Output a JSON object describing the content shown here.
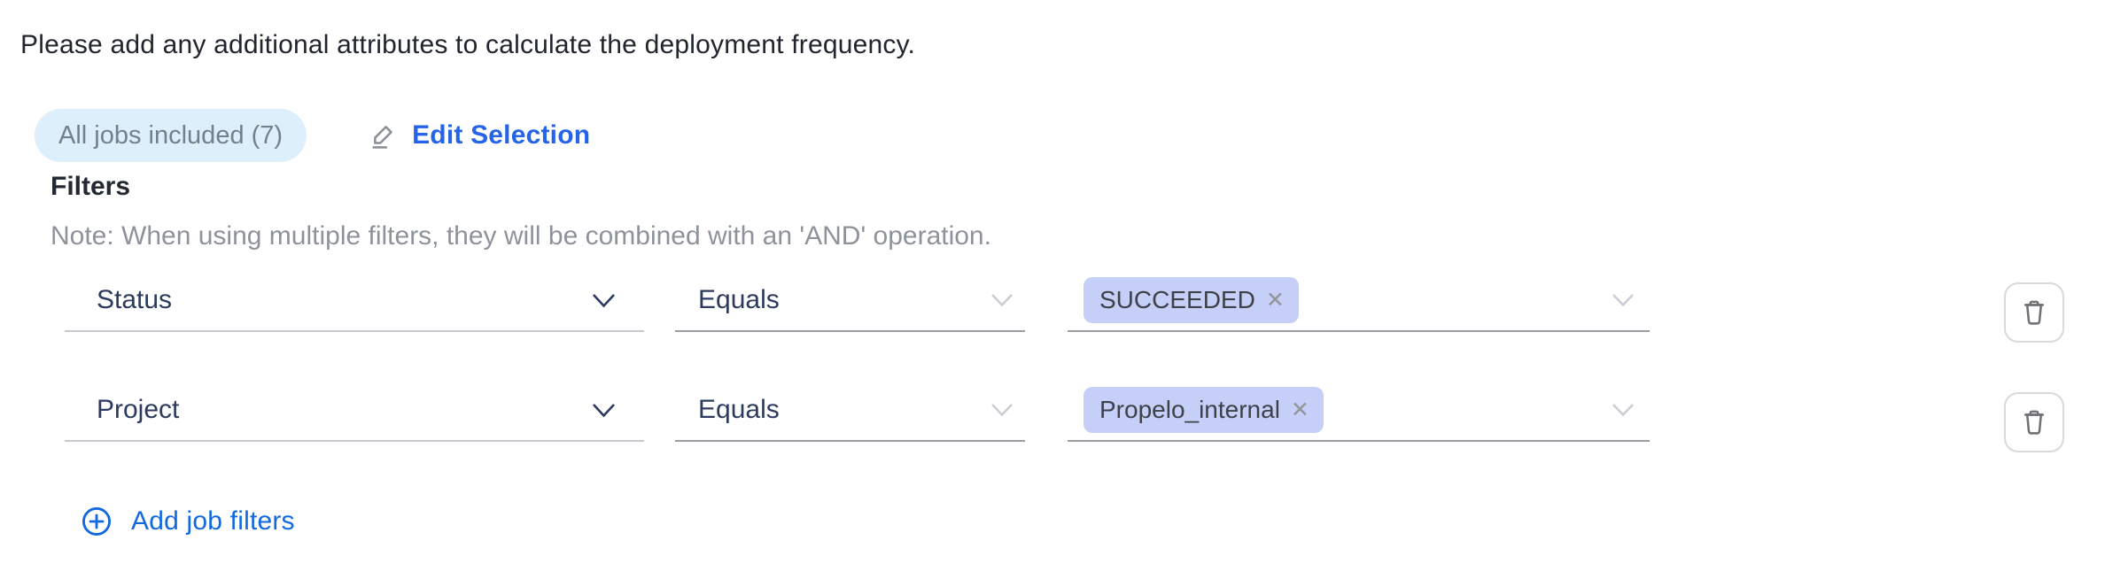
{
  "page": {
    "instruction": "Please add any additional attributes to calculate the deployment frequency."
  },
  "selection": {
    "jobs_badge": "All jobs included (7)",
    "edit_button": "Edit Selection"
  },
  "filters": {
    "heading": "Filters",
    "note": "Note: When using multiple filters, they will be combined with an 'AND' operation.",
    "add_button": "Add job filters",
    "rows": [
      {
        "attribute": "Status",
        "operator": "Equals",
        "value_tags": [
          "SUCCEEDED"
        ]
      },
      {
        "attribute": "Project",
        "operator": "Equals",
        "value_tags": [
          "Propelo_internal"
        ]
      }
    ]
  },
  "icons": {
    "edit": "pencil-underline-icon",
    "add": "plus-circle-icon",
    "delete": "trash-icon",
    "chevron": "chevron-down-icon",
    "remove_glyph": "✕"
  },
  "colors": {
    "link_blue": "#2563eb",
    "add_blue": "#1269df",
    "badge_bg": "#ddeffb",
    "tag_bg": "#c6cff8",
    "select_text": "#2c3a5e"
  }
}
